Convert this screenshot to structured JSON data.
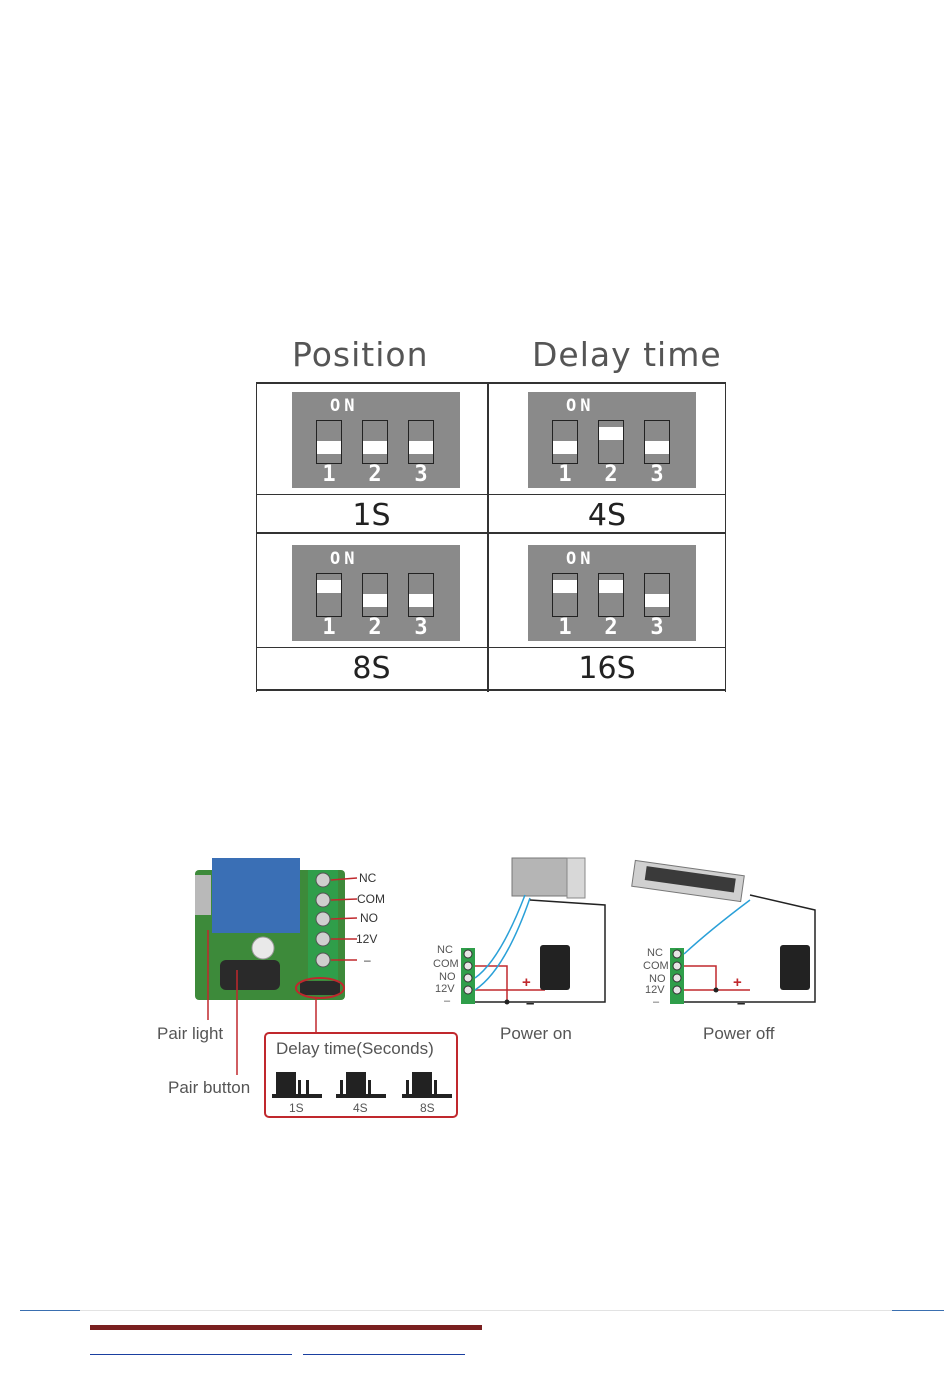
{
  "dip_table": {
    "header_position": "Position",
    "header_delay": "Delay time",
    "on_label": "ON",
    "switch_numbers": [
      "1",
      "2",
      "3"
    ],
    "rows": [
      {
        "delay": "1S",
        "switches": [
          "off",
          "off",
          "off"
        ]
      },
      {
        "delay": "4S",
        "switches": [
          "off",
          "on",
          "off"
        ]
      },
      {
        "delay": "8S",
        "switches": [
          "on",
          "off",
          "off"
        ]
      },
      {
        "delay": "16S",
        "switches": [
          "on",
          "on",
          "off"
        ]
      }
    ]
  },
  "wiring_diagram": {
    "terminals": [
      "NC",
      "COM",
      "NO",
      "12V",
      "–"
    ],
    "pair_light_label": "Pair light",
    "pair_button_label": "Pair button",
    "delay_box_title": "Delay time(Seconds)",
    "jumper_labels": [
      "1S",
      "4S",
      "8S"
    ],
    "power_on_label": "Power on",
    "power_off_label": "Power off",
    "small_terminal_labels": [
      "NC",
      "COM",
      "NO",
      "12V",
      "–"
    ],
    "plus": "+",
    "minus": "–",
    "colors": {
      "red_line": "#c0282d",
      "blue_wire": "#2aa0d8",
      "terminal_green": "#2f9e4a",
      "board_green": "#3d8a3a"
    }
  }
}
